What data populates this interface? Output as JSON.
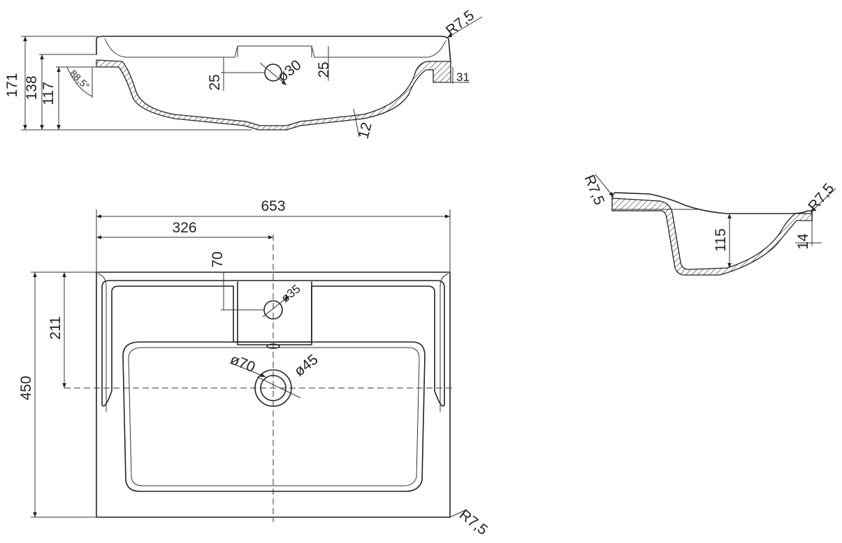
{
  "section_view": {
    "dims": {
      "height_total": "171",
      "height_138": "138",
      "height_117": "117",
      "angle": "88,5°",
      "drain_offset_left": "25",
      "drain_offset_right": "25",
      "overflow_dia": "ø30",
      "rim_radius": "R7,5",
      "rim_step": "31",
      "wall_thickness": "12"
    }
  },
  "plan_view": {
    "dims": {
      "width_total": "653",
      "half_width": "326",
      "tap_hole_offset": "70",
      "tap_hole_dia": "ø35",
      "depth_211": "211",
      "depth_total": "450",
      "drain_outer_dia": "ø70",
      "drain_inner_dia": "ø45",
      "corner_radius": "R7,5"
    }
  },
  "side_section": {
    "dims": {
      "rim_radius_left": "R7,5",
      "rim_radius_right": "R7,5",
      "bowl_depth": "115",
      "rim_step": "14"
    }
  }
}
